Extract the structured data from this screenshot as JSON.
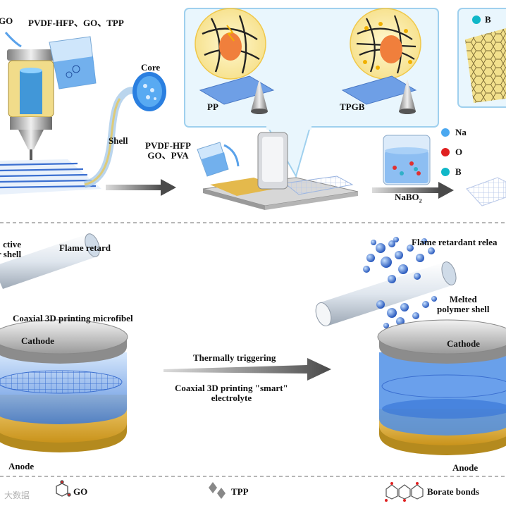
{
  "top_panel": {
    "label_go_left": "GO",
    "label_materials": "PVDF-HFP、GO、TPP",
    "label_core": "Core",
    "label_shell": "Shell",
    "label_pvdf_go_pva_line1": "PVDF-HFP",
    "label_pvdf_go_pva_line2": "GO、PVA",
    "label_pp": "PP",
    "label_tpgb": "TPGB",
    "label_nabo2": "NaBO",
    "label_nabo2_sub": "2",
    "legend": {
      "na": "Na",
      "o": "O",
      "b": "B"
    },
    "label_b_right": "B"
  },
  "bottom_panel": {
    "label_protective_line1": "ctive",
    "label_protective_line2": "r shell",
    "label_flame_retard": "Flame retard",
    "label_microfiber": "Coaxial 3D printing microfibel",
    "label_cathode_left": "Cathode",
    "label_anode_left": "Anode",
    "label_thermal": "Thermally triggering",
    "label_smart_line1": "Coaxial 3D printing  \"smart\"",
    "label_smart_line2": "electrolyte",
    "label_flame_release": "Flame retardant relea",
    "label_melted_line1": "Melted",
    "label_melted_line2": "polymer shell",
    "label_cathode_right": "Cathode",
    "label_anode_right": "Anode"
  },
  "legend_bar": {
    "go": "GO",
    "tpp": "TPP",
    "borate": "Borate bonds",
    "watermark": "大数据"
  },
  "colors": {
    "blue": "#3f7fd6",
    "gold": "#e6b93a",
    "panel_border": "#9fd0ee",
    "arrow": "#555555"
  }
}
